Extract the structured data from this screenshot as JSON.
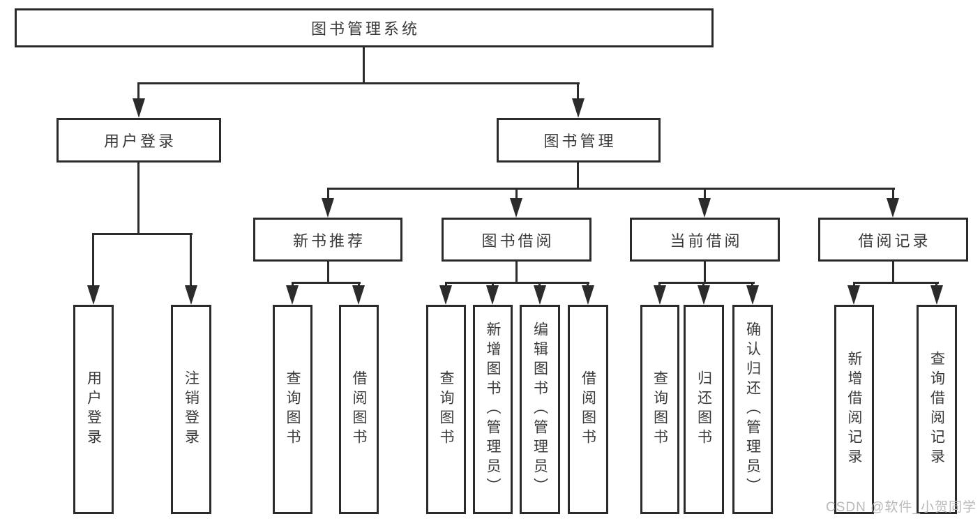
{
  "diagram": {
    "type": "tree",
    "root": "图书管理系统",
    "branches": {
      "user_login": {
        "label": "用户登录",
        "children": {
          "login": "用户登录",
          "logout": "注销登录"
        }
      },
      "book_management": {
        "label": "图书管理",
        "children": {
          "new_book_recommend": {
            "label": "新书推荐",
            "children": {
              "query_books": "查询图书",
              "borrow_books": "借阅图书"
            }
          },
          "book_borrowing": {
            "label": "图书借阅",
            "children": {
              "query_books": "查询图书",
              "add_books": "新增图书（管理员）",
              "edit_books": "编辑图书（管理员）",
              "borrow_books": "借阅图书"
            }
          },
          "current_borrowing": {
            "label": "当前借阅",
            "children": {
              "query_books": "查询图书",
              "return_books": "归还图书",
              "confirm_return": "确认归还（管理员）"
            }
          },
          "borrowing_records": {
            "label": "借阅记录",
            "children": {
              "add_record": "新增借阅记录",
              "query_record": "查询借阅记录"
            }
          }
        }
      }
    }
  },
  "watermark": "CSDN @软件_小贺同学",
  "colors": {
    "line": "#2b2b2b",
    "box_border": "#2b2b2b",
    "text": "#3a3a3a",
    "watermark": "#b9b9b9",
    "background": "#ffffff"
  }
}
